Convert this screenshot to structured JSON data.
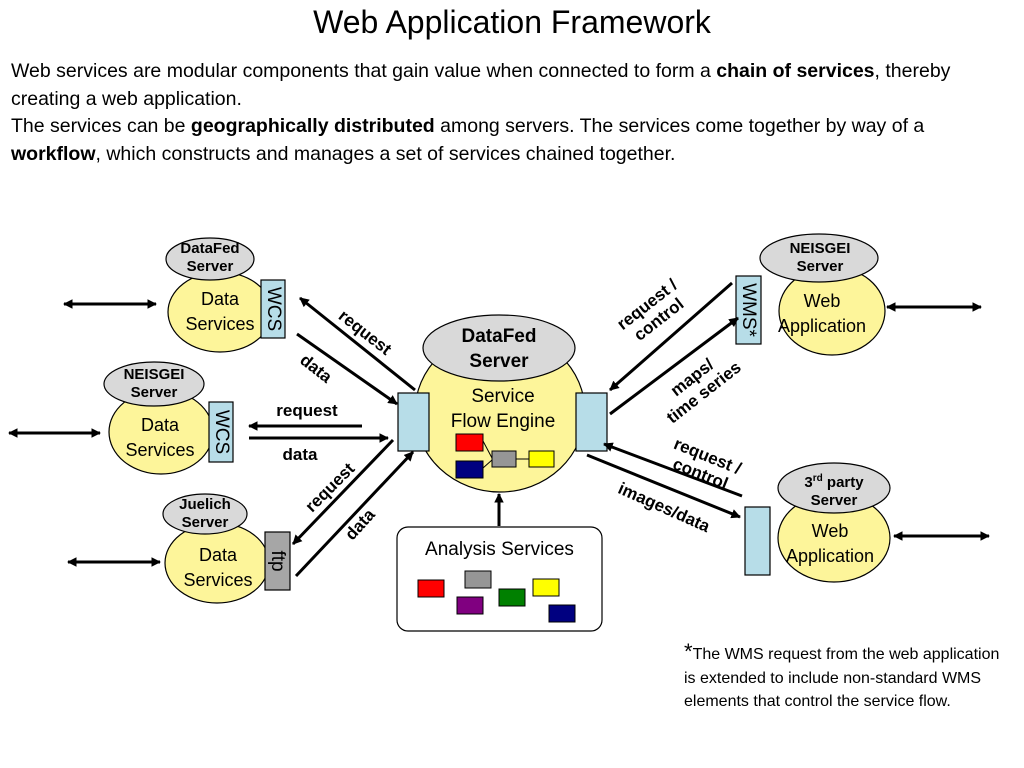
{
  "title": "Web Application Framework",
  "intro": {
    "p1_a": "Web services are modular components that gain value when connected to form a ",
    "p1_b": "chain of services",
    "p1_c": ", thereby creating a web application.",
    "p2_a": "The services can be ",
    "p2_b": "geographically distributed",
    "p2_c": " among servers. The services come together by way of a ",
    "p2_d": "workflow",
    "p2_e": ", which constructs and manages a set of services chained together."
  },
  "center": {
    "server_line1": "DataFed",
    "server_line2": "Server",
    "engine_line1": "Service",
    "engine_line2": "Flow Engine"
  },
  "analysis": {
    "label": "Analysis Services"
  },
  "left_nodes": [
    {
      "server_line1": "DataFed",
      "server_line2": "Server",
      "svc_line1": "Data",
      "svc_line2": "Services",
      "interface": "WCS"
    },
    {
      "server_line1": "NEISGEI",
      "server_line2": "Server",
      "svc_line1": "Data",
      "svc_line2": "Services",
      "interface": "WCS"
    },
    {
      "server_line1": "Juelich",
      "server_line2": "Server",
      "svc_line1": "Data",
      "svc_line2": "Services",
      "interface": "ftp"
    }
  ],
  "right_nodes": [
    {
      "server_line1": "NEISGEI",
      "server_line2": "Server",
      "app_line1": "Web",
      "app_line2": "Application",
      "interface": "WMS*"
    },
    {
      "server_line1_base": "3",
      "server_line1_sup": "rd",
      "server_line1_rest": " party",
      "server_line2": "Server",
      "app_line1": "Web",
      "app_line2": "Application"
    }
  ],
  "arrow_labels": {
    "top_left_request": "request",
    "top_left_data": "data",
    "mid_left_request": "request",
    "mid_left_data": "data",
    "bot_left_request": "request",
    "bot_left_data": "data",
    "top_right_request_1": "request /",
    "top_right_request_2": "control",
    "top_right_maps_1": "maps/",
    "top_right_maps_2": "time series",
    "bot_right_request_1": "request /",
    "bot_right_request_2": "control",
    "bot_right_images": "images/data"
  },
  "footnote": {
    "star": "*",
    "text": "The WMS request from the web application is extended to include non-standard WMS elements that control the service flow."
  },
  "colors": {
    "ellipse_fill": "#fdf59a",
    "server_cap_fill": "#d9d9d9",
    "interface_fill": "#b7dde8",
    "ftp_fill": "#a6a6a6",
    "red": "#ff0000",
    "gray": "#969696",
    "yellow": "#ffff00",
    "navy": "#000080",
    "purple": "#800080",
    "green": "#008000"
  }
}
